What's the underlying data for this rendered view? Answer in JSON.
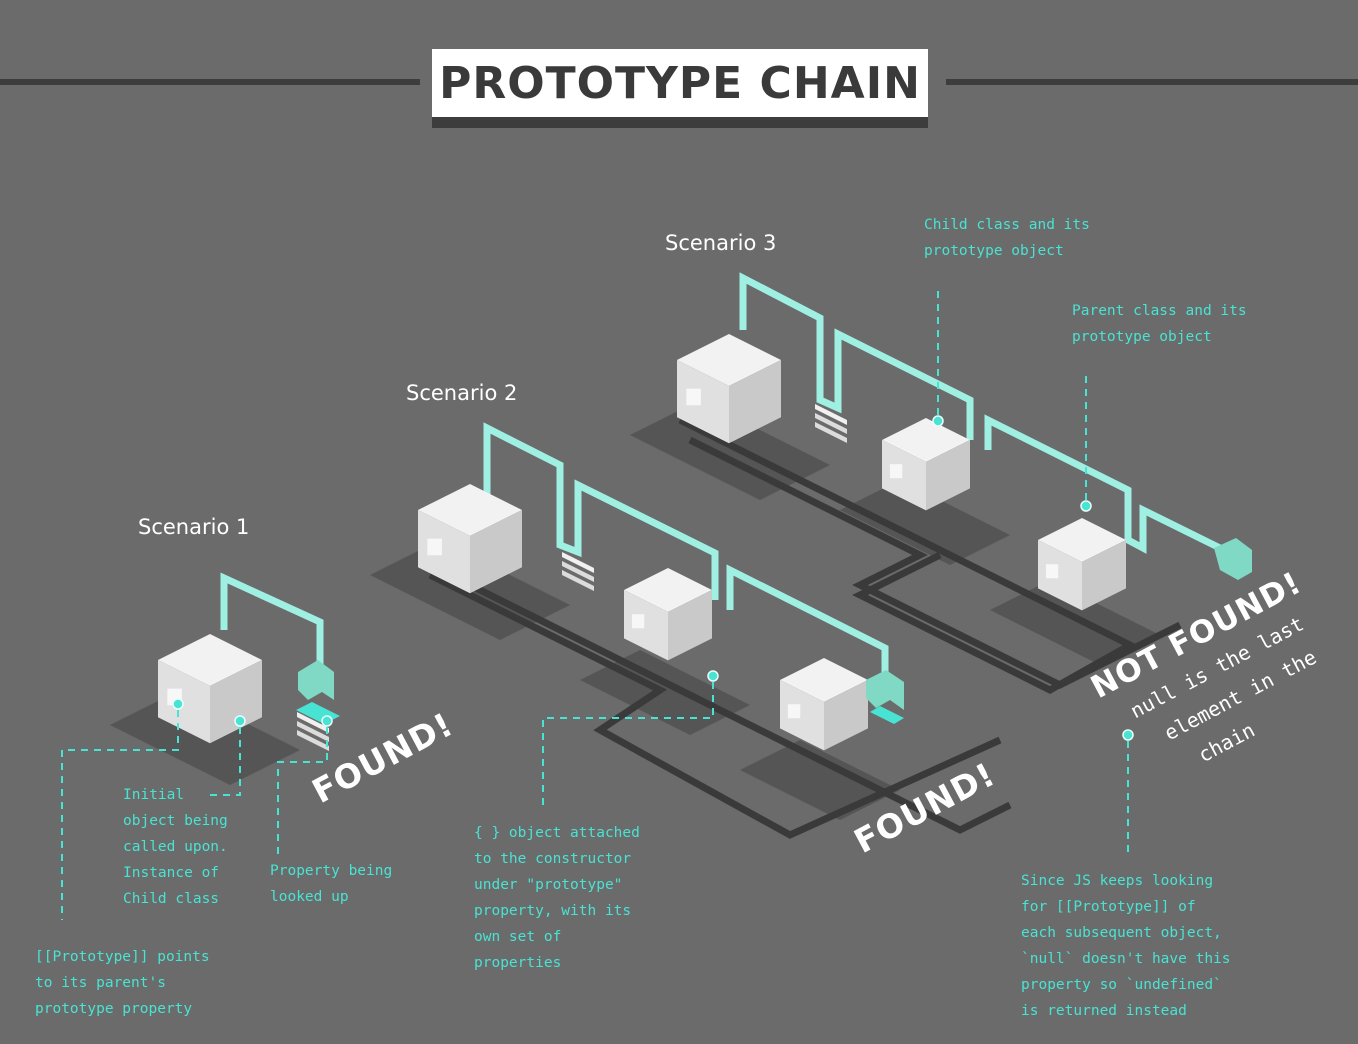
{
  "title": "PROTOTYPE CHAIN",
  "scenarios": {
    "s1": "Scenario 1",
    "s2": "Scenario 2",
    "s3": "Scenario 3"
  },
  "labels": {
    "found1": "FOUND!",
    "found2": "FOUND!",
    "not_found": "NOT  FOUND!",
    "null_line1": "null is the last",
    "null_line2": "element in the",
    "null_line3": "chain"
  },
  "notes": {
    "initial_object": "Initial\nobject being\ncalled upon.\nInstance of\nChild class",
    "property_lookup": "Property being\nlooked up",
    "proto_points": "[[Prototype]] points\nto its parent's\nprototype property",
    "object_attached": "{ } object attached\nto the constructor\nunder \"prototype\"\nproperty, with its\nown set of\nproperties",
    "child_class": "Child class and its\nprototype object",
    "parent_class": "Parent class and its\nprototype object",
    "since_js": "Since JS keeps looking\nfor [[Prototype]] of\neach subsequent object,\n`null` doesn't have this\nproperty so `undefined`\nis returned instead"
  },
  "colors": {
    "background": "#6b6b6b",
    "accent": "#49e3d3",
    "pipe": "#9ff0e3",
    "track": "#3a3a3a",
    "cube_top": "#f2f2f2",
    "cube_left": "#e0e0e0",
    "cube_right": "#c9c9c9",
    "shadow": "#555555"
  }
}
